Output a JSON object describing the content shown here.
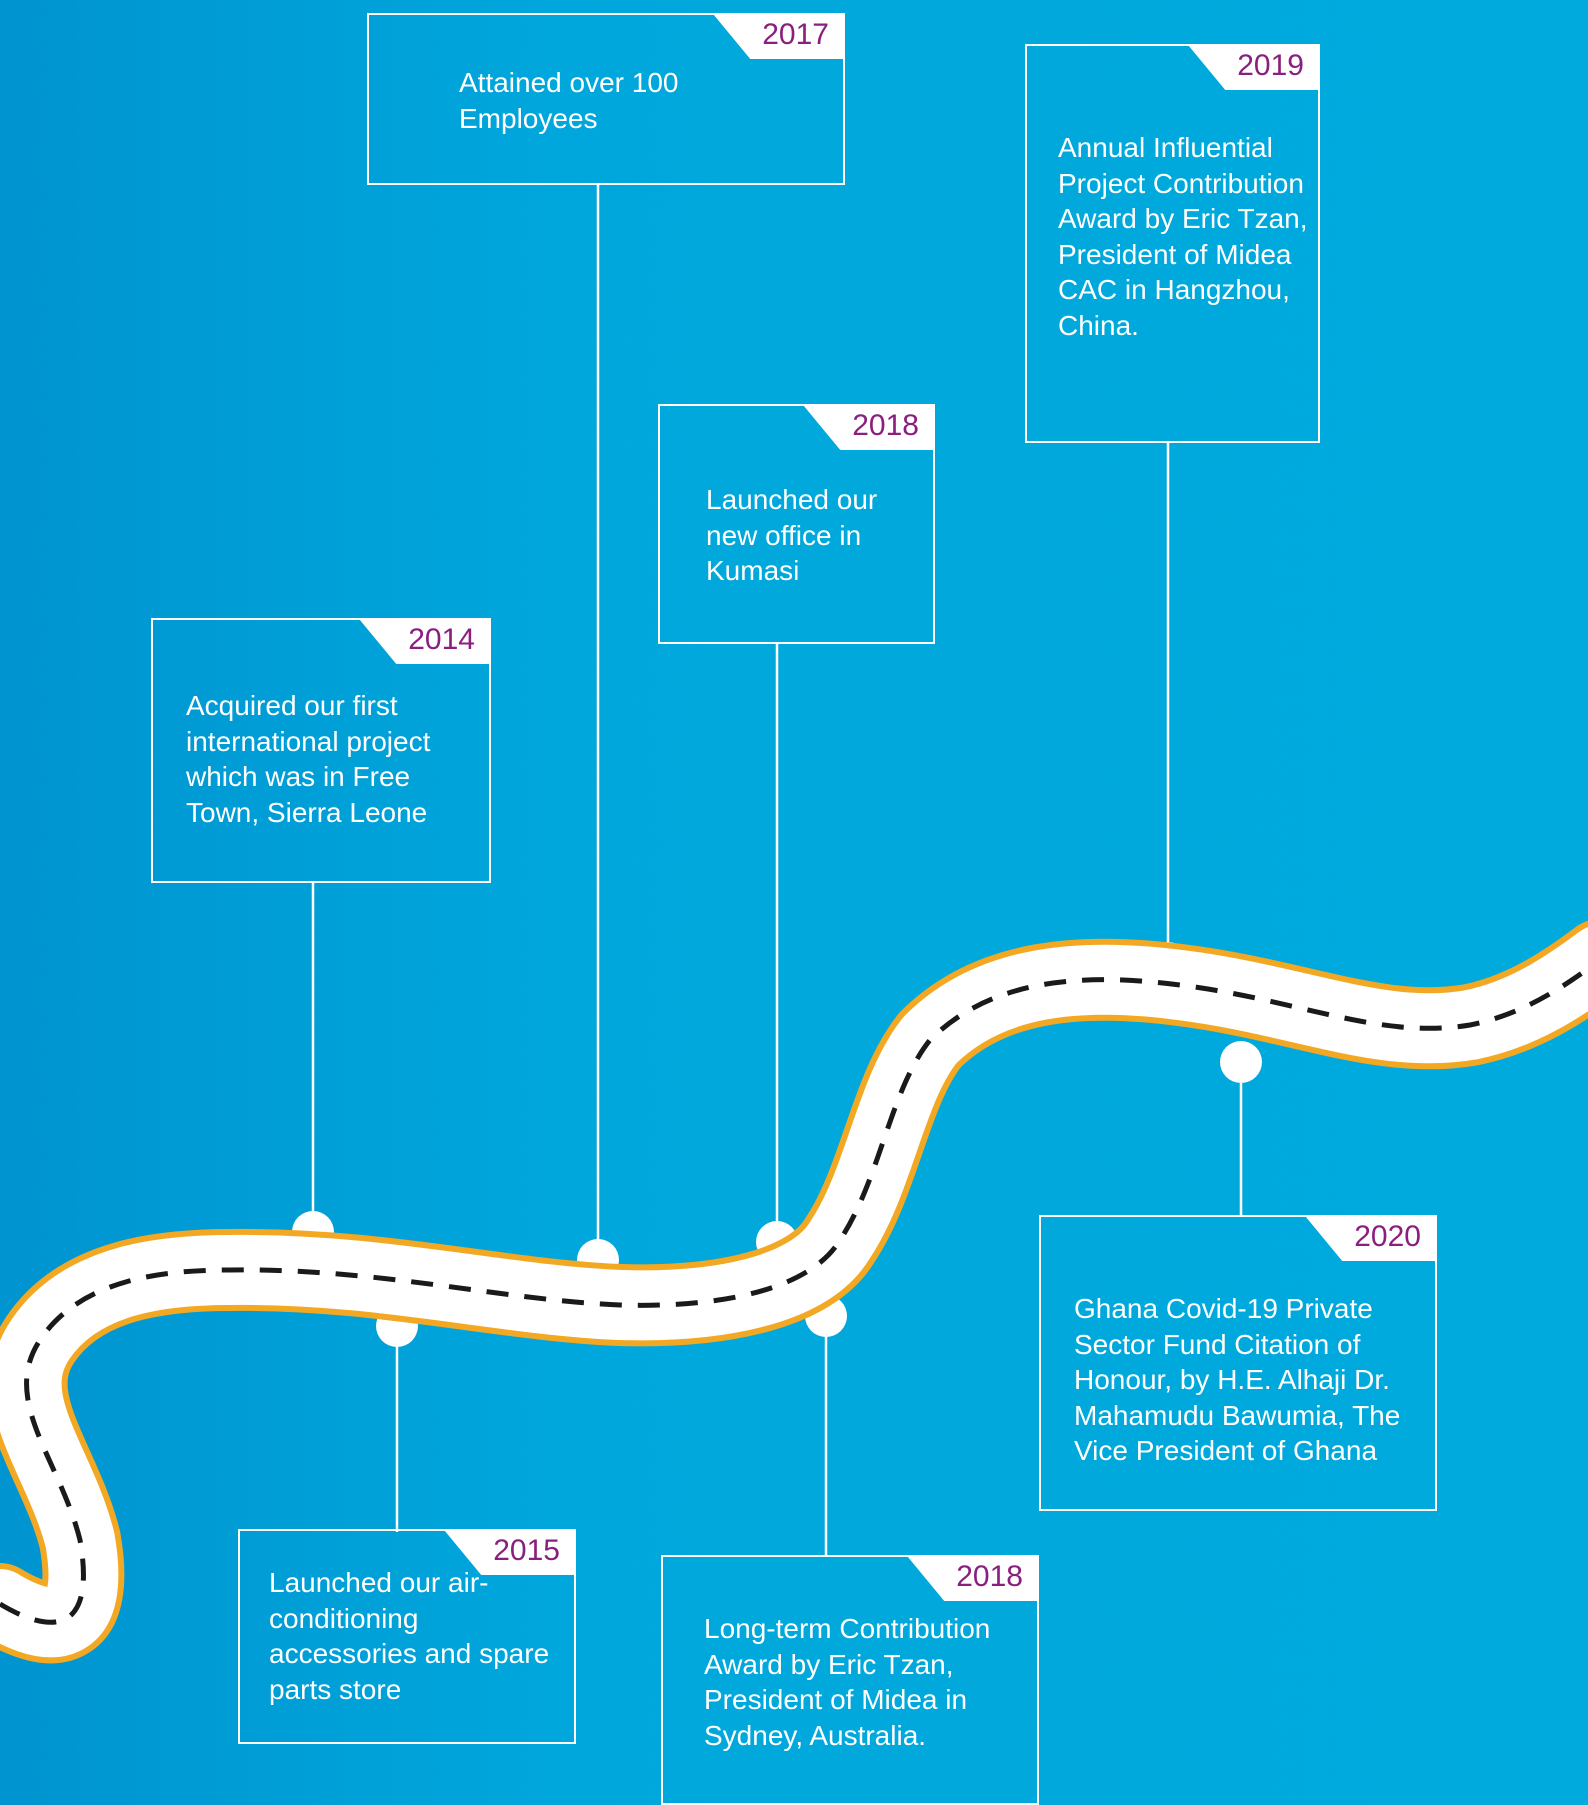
{
  "colors": {
    "background": "#00a7dc",
    "road_fill": "#ffffff",
    "road_edge": "#f3a824",
    "lane_dashes": "#1a1a1a",
    "box_border": "#ffffff",
    "year_text": "#8a1f7f",
    "description_text": "#ffffff"
  },
  "milestones": [
    {
      "year": "2014",
      "text": "Acquired our first international project which was in Free Town, Sierra Leone"
    },
    {
      "year": "2015",
      "text": "Launched our air-conditioning accessories and spare parts store"
    },
    {
      "year": "2017",
      "text": "Attained over 100 Employees"
    },
    {
      "year": "2018",
      "text": "Launched our new office in Kumasi"
    },
    {
      "year": "2018",
      "text": "Long-term Contribution Award by Eric Tzan, President of Midea in Sydney, Australia."
    },
    {
      "year": "2019",
      "text": "Annual Influential Project Contribution Award by Eric Tzan, President of Midea CAC in Hangzhou, China."
    },
    {
      "year": "2020",
      "text": "Ghana Covid-19 Private Sector Fund Citation of Honour, by H.E. Alhaji Dr. Mahamudu Bawumia, The Vice President of Ghana"
    }
  ]
}
